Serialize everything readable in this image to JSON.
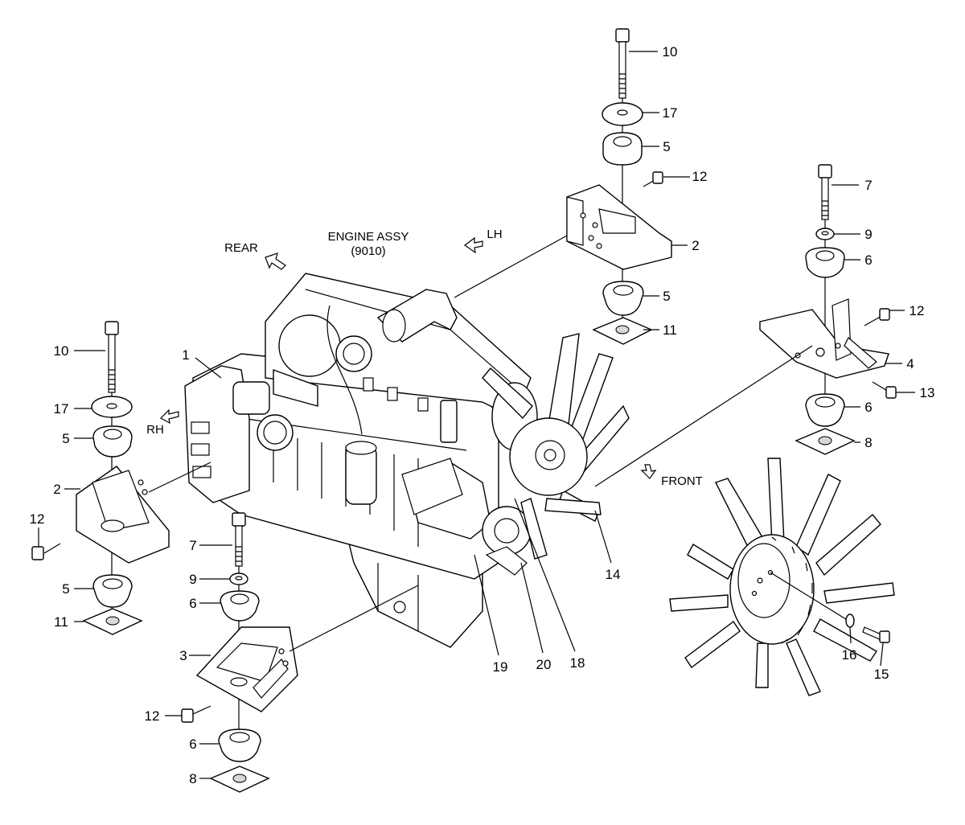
{
  "captions": {
    "engine_assy": "ENGINE ASSY",
    "engine_assy_ref": "(9010)",
    "rear": "REAR",
    "lh": "LH",
    "rh": "RH",
    "front": "FRONT"
  },
  "callouts": {
    "c1": "1",
    "c2_right": "2",
    "c2_left": "2",
    "c3": "3",
    "c4": "4",
    "c5_top": "5",
    "c5_mid": "5",
    "c5_left_upper": "5",
    "c5_left_lower": "5",
    "c6_right_upper": "6",
    "c6_right_lower": "6",
    "c6_center_upper": "6",
    "c6_center_lower": "6",
    "c7_right": "7",
    "c7_center": "7",
    "c8_right": "8",
    "c8_center": "8",
    "c9_right": "9",
    "c9_center": "9",
    "c10_top": "10",
    "c10_left": "10",
    "c11_right": "11",
    "c11_left": "11",
    "c12_top": "12",
    "c12_right": "12",
    "c12_left": "12",
    "c12_center": "12",
    "c13": "13",
    "c14": "14",
    "c15": "15",
    "c16": "16",
    "c17_top": "17",
    "c17_left": "17",
    "c18": "18",
    "c19": "19",
    "c20": "20"
  }
}
